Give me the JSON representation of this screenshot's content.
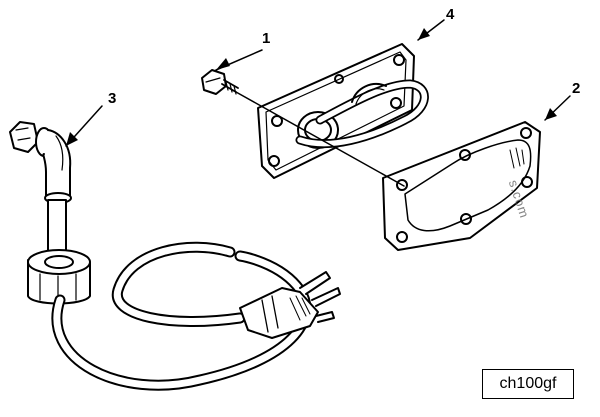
{
  "callouts": [
    {
      "id": "1",
      "label": "1"
    },
    {
      "id": "2",
      "label": "2"
    },
    {
      "id": "3",
      "label": "3"
    },
    {
      "id": "4",
      "label": "4"
    }
  ],
  "figure_code": "ch100gf",
  "watermark": "s.com"
}
